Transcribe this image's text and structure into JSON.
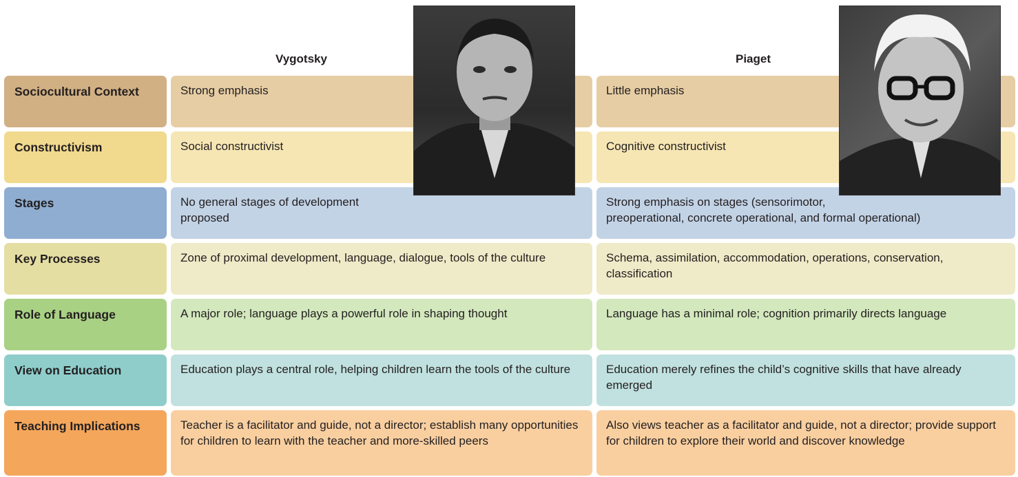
{
  "columns": {
    "vygotsky": "Vygotsky",
    "piaget": "Piaget"
  },
  "rows": [
    {
      "label": "Sociocultural Context",
      "vygotsky": "Strong emphasis",
      "piaget": "Little emphasis",
      "colors": {
        "label": "#d1b083",
        "cell": "#e6cda4"
      }
    },
    {
      "label": "Constructivism",
      "vygotsky": "Social constructivist",
      "piaget": "Cognitive constructivist",
      "colors": {
        "label": "#f1d98d",
        "cell": "#f6e6b4"
      }
    },
    {
      "label": "Stages",
      "vygotsky": "No general stages of development\nproposed",
      "piaget": "Strong emphasis on stages (sensorimotor,\npreoperational, concrete operational, and formal operational)",
      "colors": {
        "label": "#8eadd1",
        "cell": "#c3d3e6"
      }
    },
    {
      "label": "Key Processes",
      "vygotsky": "Zone of proximal development, language, dialogue, tools of the culture",
      "piaget": "Schema, assimilation, accommodation, operations, conservation, classification",
      "colors": {
        "label": "#e5dea2",
        "cell": "#efeac7"
      }
    },
    {
      "label": "Role of Language",
      "vygotsky": "A major role; language plays a powerful role in shaping thought",
      "piaget": "Language has a minimal role; cognition primarily directs language",
      "colors": {
        "label": "#a9d184",
        "cell": "#d3e8bd"
      }
    },
    {
      "label": "View on Education",
      "vygotsky": "Education plays a central role, helping children learn the tools of the culture",
      "piaget": "Education merely refines the child’s cognitive skills that have already emerged",
      "colors": {
        "label": "#8fcdcb",
        "cell": "#c0e1df"
      }
    },
    {
      "label": "Teaching Implications",
      "vygotsky": "Teacher is a facilitator and guide, not a director; establish many opportunities for children to learn with the teacher and more-skilled peers",
      "piaget": "Also views teacher as a facilitator and guide, not a director; provide support for children to explore their world and discover knowledge",
      "colors": {
        "label": "#f4a65a",
        "cell": "#f9cfa0"
      }
    }
  ],
  "photos": {
    "vygotsky": "portrait-photo",
    "piaget": "portrait-photo"
  }
}
